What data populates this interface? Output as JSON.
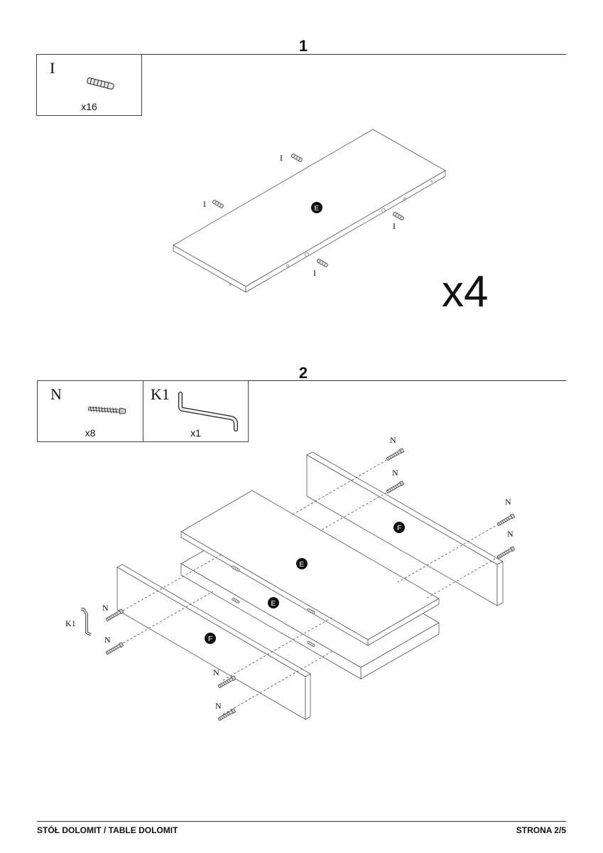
{
  "step1": {
    "number": "1",
    "part": {
      "letter": "I",
      "qty": "x16",
      "icon": "dowel-icon"
    },
    "multiplier": "x4",
    "panel_label": "E",
    "callouts": [
      "I",
      "I",
      "I",
      "I"
    ]
  },
  "step2": {
    "number": "2",
    "parts": [
      {
        "letter": "N",
        "qty": "x8",
        "icon": "screw-icon"
      },
      {
        "letter": "K1",
        "qty": "x1",
        "icon": "allen-key-icon"
      }
    ],
    "panel_labels": [
      "F",
      "E",
      "E",
      "F"
    ],
    "callouts": [
      "N",
      "N",
      "N",
      "N",
      "N",
      "N",
      "N",
      "N"
    ],
    "tool_label": "K1"
  },
  "footer": {
    "left": "STÓŁ DOLOMIT / TABLE DOLOMIT",
    "right": "STRONA 2/5"
  }
}
